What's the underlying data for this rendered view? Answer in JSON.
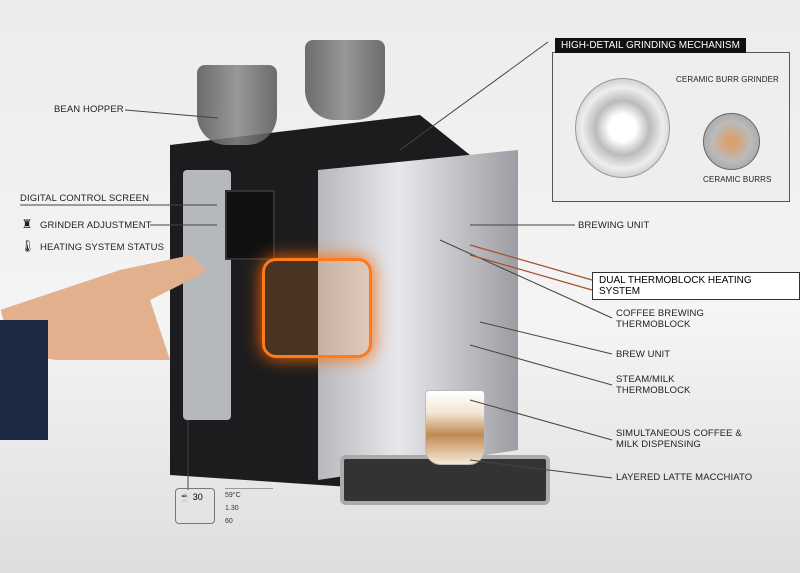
{
  "labels": {
    "bean_hopper": "BEAN HOPPER",
    "digital_control_screen": "DIGITAL CONTROL SCREEN",
    "grinder_adjustment": "GRINDER ADJUSTMENT",
    "heating_system_status": "HEATING SYSTEM STATUS",
    "brewing_unit": "BREWING UNIT",
    "coffee_brewing_thermoblock": "COFFEE BREWING THERMOBLOCK",
    "brew_unit": "BREW UNIT",
    "steam_milk_thermoblock": "STEAM/MILK THERMOBLOCK",
    "simultaneous": "SIMULTANEOUS COFFEE & MILK DISPENSING",
    "layered_latte": "LAYERED LATTE MACCHIATO"
  },
  "dual_heating_box": "DUAL THERMOBLOCK HEATING SYSTEM",
  "inset": {
    "title": "HIGH-DETAIL GRINDING MECHANISM",
    "ceramic_burr_grinder": "CERAMIC BURR GRINDER",
    "ceramic_burrs": "CERAMIC BURRS"
  },
  "readout": {
    "strength": "30",
    "temp": "59°C",
    "volume": "1.30",
    "time": "60"
  },
  "icons": {
    "grinder": "grinder-icon",
    "thermometer": "thermometer-icon"
  },
  "colors": {
    "heat": "#ff7a1a",
    "accent_line": "#a0522d"
  }
}
